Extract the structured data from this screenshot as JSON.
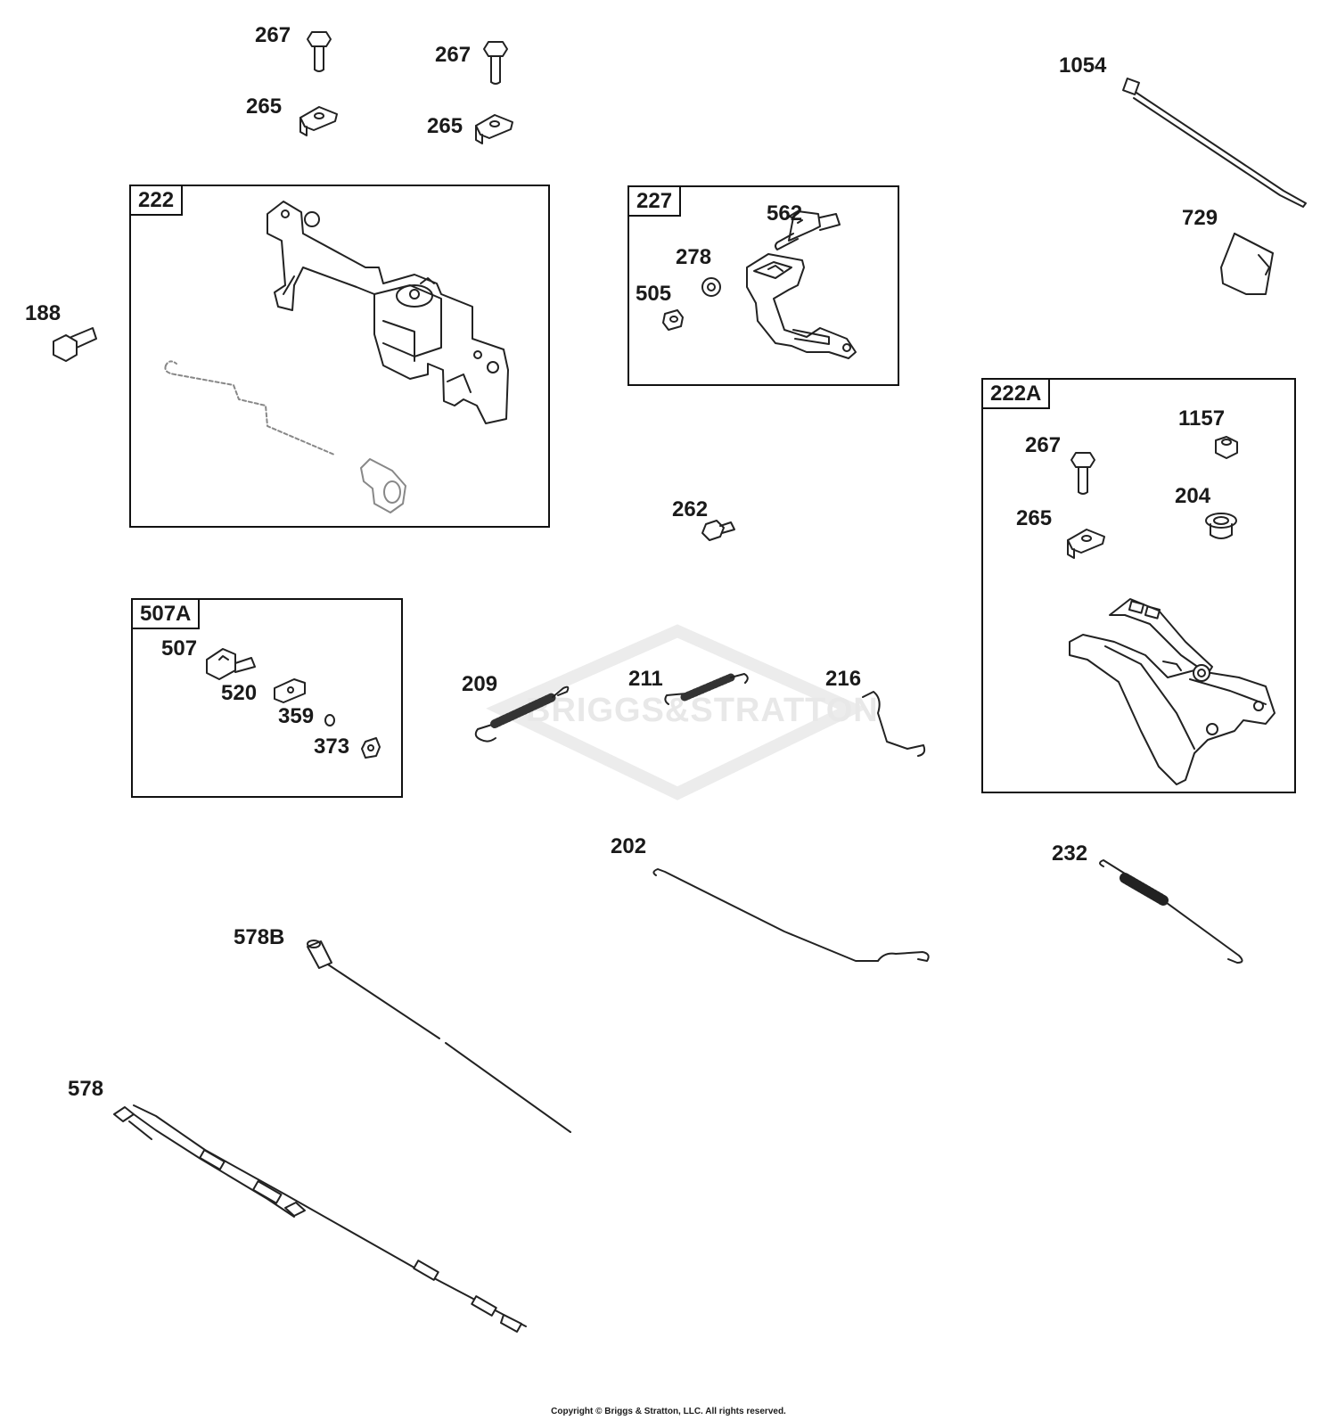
{
  "watermark": {
    "text": "BRIGGS&STRATTON"
  },
  "boxes": {
    "b222": "222",
    "b227": "227",
    "b507A": "507A",
    "b222A": "222A"
  },
  "labels": {
    "l267a": "267",
    "l267b": "267",
    "l265a": "265",
    "l265b": "265",
    "l1054": "1054",
    "l729": "729",
    "l188": "188",
    "l562": "562",
    "l278": "278",
    "l505": "505",
    "l1157": "1157",
    "l267c": "267",
    "l204": "204",
    "l265c": "265",
    "l262": "262",
    "l507": "507",
    "l520": "520",
    "l359": "359",
    "l373": "373",
    "l209": "209",
    "l211": "211",
    "l216": "216",
    "l202": "202",
    "l232": "232",
    "l578B": "578B",
    "l578": "578"
  },
  "footer": {
    "copyright": "Copyright © Briggs & Stratton, LLC. All rights reserved."
  }
}
